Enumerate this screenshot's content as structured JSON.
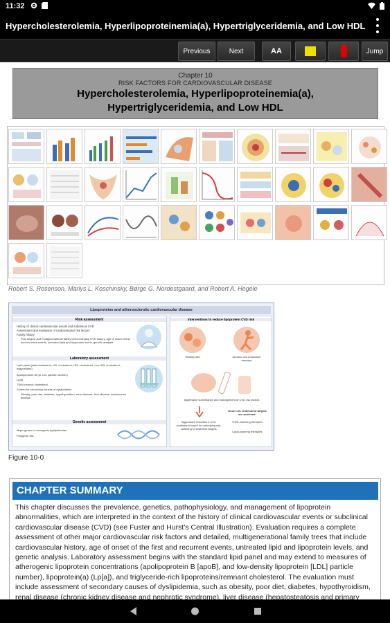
{
  "status": {
    "time": "11:32"
  },
  "app": {
    "title": "Hypercholesterolemia, Hyperlipoproteinemia(a), Hypertriglyceridemia, and Low HDL"
  },
  "toolbar": {
    "previous": "Previous",
    "next": "Next",
    "font_size": "AA",
    "jump": "Jump",
    "highlight_yellow": "#f0e000",
    "highlight_red": "#e00000"
  },
  "chapter": {
    "number": "Chapter 10",
    "category": "RISK FACTORS FOR CARDIOVASCULAR DISEASE",
    "title_line1": "Hypercholesterolemia, Hyperlipoproteinemia(a),",
    "title_line2": "Hypertriglyceridemia, and Low HDL"
  },
  "authors": "Robert S. Rosenson, Marlys L. Koschinsky, Børge G. Nordestgaard, and Robert A. Hegele",
  "figure": {
    "caption": "Figure 10-0",
    "title": "Lipoproteins and atherosclerotic cardiovascular disease",
    "risk_header": "Risk assessment",
    "risk_items": [
      "History of clinical cardiovascular events and subclinical CVD",
      "Assessment and evaluation of cardiovascular risk factors",
      "Family history"
    ],
    "risk_sub": "First degree and multigenerational family trees including CVD history, age of onset of first and recurrent events, untreated lipid and lipoprotein levels, genetic analysis",
    "lab_header": "Laboratory assessment",
    "lab_items": [
      "Lipid panel (total cholesterol, LDL cholesterol, HDL cholesterol, non-HDL cholesterol, triglycerides)",
      "Apolipoprotein B (or LDL particle number)",
      "Lp(a)",
      "TSH/Lmnonct cholesterol",
      "Screen for secondary causes of dyslipidemia"
    ],
    "lab_sub": "Obesity, poor diet, diabetes, hypothyroidism, renal disease, liver disease, autoimmune disease",
    "gen_header": "Genetic assessment",
    "gen_items": [
      "Major genes in monogenic dyslipidemias",
      "Polygenic risk"
    ],
    "int_header": "Interventions to reduce lipoprotein CVD risk",
    "int_diet": "Healthy diet",
    "int_exercise": "Aerobic and resistance exercise",
    "int_surveil": "Aggressive surveillance and management of CVD risk factors",
    "int_aggressive": "Aggressive reduction in LDL cholesterol based on underlying risk, adhering to treatment targets",
    "int_once": "Once LDL cholesterol targets are achieved:",
    "int_tg": "TGRL-lowering therapies",
    "int_lpa": "Lp(a)-lowering therapies"
  },
  "summary": {
    "heading": "CHAPTER SUMMARY",
    "text": "This chapter discusses the prevalence, genetics, pathophysiology, and management of lipoprotein abnormalities, which are interpreted in the context of the history of clinical cardiovascular events or subclinical cardiovascular disease (CVD) (see Fuster and Hurst's Central Illustration). Evaluation requires a complete assessment of other major cardiovascular risk factors and detailed, multigenerational family trees that include cardiovascular history, age of onset of the first and recurrent events, untreated lipid and lipoprotein levels, and genetic analysis. Laboratory assessment begins with the standard lipid panel and may extend to measures of atherogenic lipoprotein concentrations (apolipoprotein B [apoB], and low-density lipoprotein [LDL] particle number), lipoprotein(a) (Lp[a]), and triglyceride-rich lipoproteins/remnant cholesterol. The evaluation must include assessment of secondary causes of dyslipidemia, such as obesity, poor diet, diabetes, hypothyroidism, renal disease (chronic kidney disease and nephrotic syndrome), liver disease (hepatosteatosis and primary biliary cirrhosis), and autoimmune"
  }
}
